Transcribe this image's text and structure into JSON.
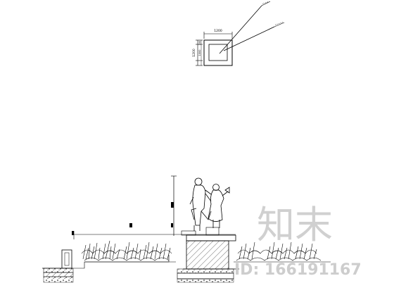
{
  "plan": {
    "top_dimension": "1200",
    "side_dimension_total": "1200",
    "side_dimension_a": "100",
    "side_dimension_b": "1000",
    "leader_1_label": "",
    "leader_2_label": ""
  },
  "watermark": {
    "logo_text": "知末",
    "id_text": "ID: 166191167",
    "color": "#b8b8b8"
  },
  "colors": {
    "line": "#000000",
    "background": "#ffffff"
  }
}
